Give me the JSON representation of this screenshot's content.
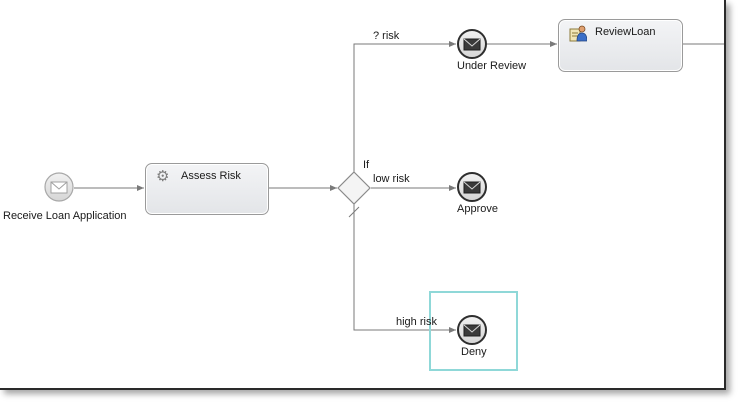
{
  "nodes": {
    "start": {
      "label": "Receive Loan Application",
      "icon": "envelope-icon"
    },
    "assess": {
      "label": "Assess Risk",
      "icon": "gears-icon"
    },
    "gateway": {
      "label": "If"
    },
    "under_review": {
      "label": "Under Review",
      "icon": "envelope-icon"
    },
    "review_loan": {
      "label": "ReviewLoan",
      "icon": "user-task-icon"
    },
    "approve": {
      "label": "Approve",
      "icon": "envelope-icon"
    },
    "deny": {
      "label": "Deny",
      "icon": "envelope-icon"
    }
  },
  "edges": {
    "unknown_risk": "? risk",
    "low_risk": "low risk",
    "high_risk": "high risk"
  },
  "colors": {
    "line": "#7a7a7a",
    "selection": "#8fd8d8",
    "event_fill": "#e4e4e4",
    "task_fill": "#e8eaed"
  }
}
